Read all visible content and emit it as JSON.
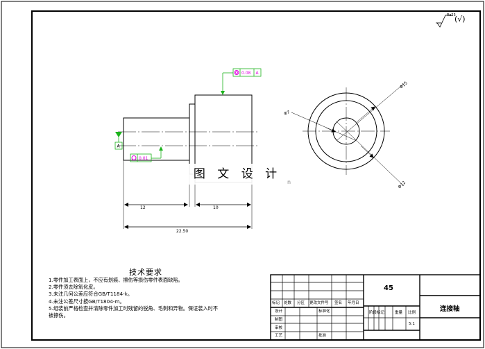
{
  "roughness": {
    "symbol_value": "Ra25",
    "bracket": "(√)"
  },
  "front_view": {
    "dim_left": "12",
    "dim_right": "10",
    "dim_total": "22.50",
    "datum": "A",
    "tol_top": "0.08",
    "tol_top_datum": "A",
    "tol_bottom": "0.01"
  },
  "side_view": {
    "dia_outer": "Φ15",
    "dia_mid": "Φ7",
    "dia_inner": "Φ12"
  },
  "watermark": {
    "text": "图 文 设 计",
    "trail": "n"
  },
  "tech_requirements": {
    "title": "技术要求",
    "items": [
      "1.零件加工表面上，不应有划痕、擦伤等损伤零件表面缺陷。",
      "2.零件须去除氧化皮。",
      "3.未注几何公差应符合GB/T1184-k。",
      "4.未注公差尺寸按GB/T1804-m。",
      "5.组装前严格检查并清除零件加工时残留的锐角、毛刺和异物。保证装入时不",
      "   被擦伤。"
    ]
  },
  "title_block": {
    "headers": [
      "标记",
      "处数",
      "分区",
      "更改文件号",
      "签名",
      "年月日"
    ],
    "design": "设计",
    "standardization": "标准化",
    "drafting": "制图",
    "review": "审核",
    "process": "工艺",
    "approve": "批准",
    "stage_mark": "阶段标记",
    "weight": "重量",
    "scale": "比例",
    "scale_value": "5:1",
    "material": "45",
    "part_name": "连接轴"
  }
}
